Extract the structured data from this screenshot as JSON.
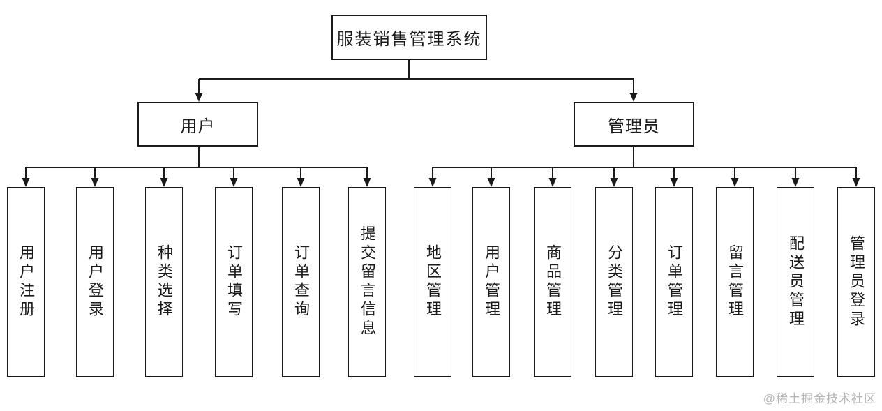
{
  "tree": {
    "root": "服装销售管理系统",
    "branches": [
      {
        "label": "用户",
        "children": [
          "用户注册",
          "用户登录",
          "种类选择",
          "订单填写",
          "订单查询",
          "提交留言信息"
        ]
      },
      {
        "label": "管理员",
        "children": [
          "地区管理",
          "用户管理",
          "商品管理",
          "分类管理",
          "订单管理",
          "留言管理",
          "配送员管理",
          "管理员登录"
        ]
      }
    ]
  },
  "watermark": "@稀土掘金技术社区",
  "colors": {
    "line": "#1a1a1a",
    "background": "#ffffff",
    "watermark": "#b5b5b5"
  }
}
